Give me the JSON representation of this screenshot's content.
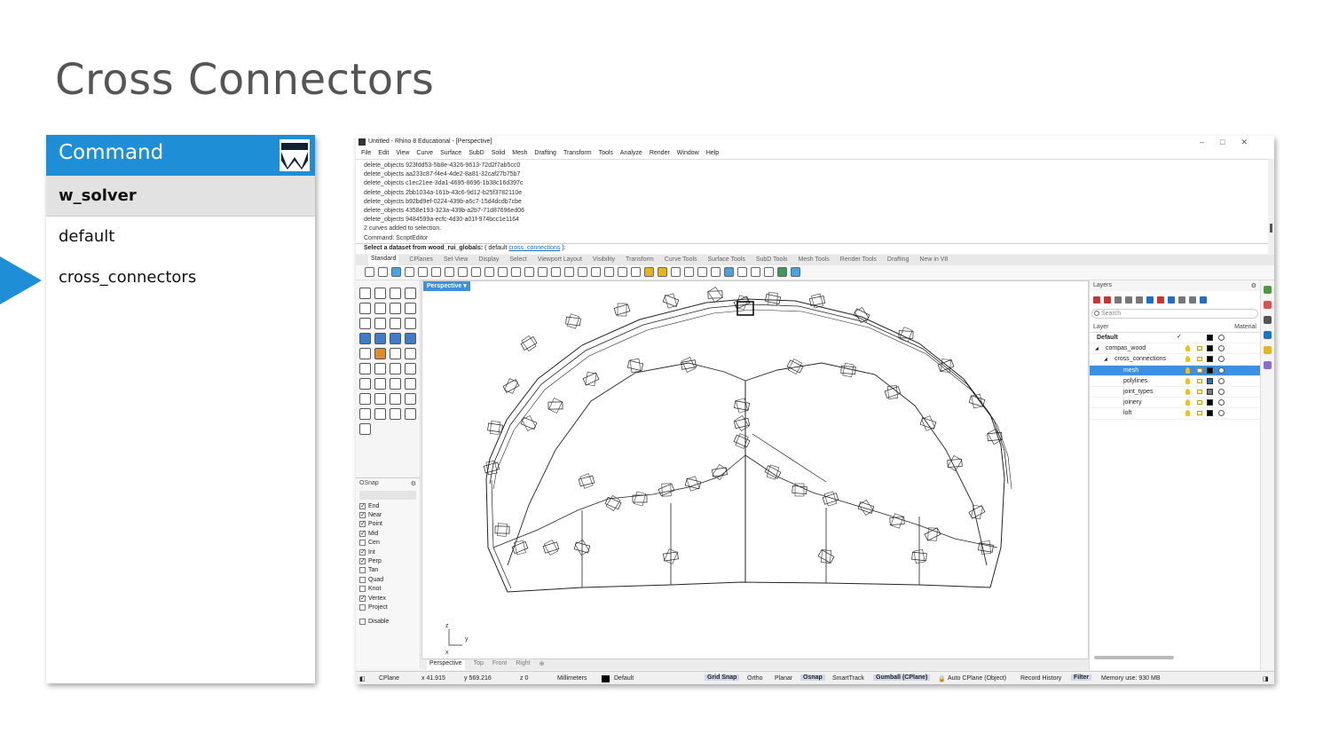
{
  "slide": {
    "title": "Cross Connectors"
  },
  "commands": {
    "header": "Command",
    "items": [
      "w_solver",
      "default",
      "cross_connectors"
    ],
    "selected_index": 0,
    "pointer_index": 2
  },
  "rhino": {
    "window_title": "Untitled - Rhino 8 Educational - [Perspective]",
    "menu": [
      "File",
      "Edit",
      "View",
      "Curve",
      "Surface",
      "SubD",
      "Solid",
      "Mesh",
      "Drafting",
      "Transform",
      "Tools",
      "Analyze",
      "Render",
      "Window",
      "Help"
    ],
    "history": [
      "delete_objects 923fdd53-5b8e-4326-9613-72d2f7ab5cc0",
      "delete_objects aa233c87-f4e4-4de2-8a81-32caf27b75b7",
      "delete_objects c1ec21ee-3da1-4695-8696-1b38c16d397c",
      "delete_objects 2bb1034a-161b-43c6-9d12-b25f3782110e",
      "delete_objects b92bd9ef-0224-439b-a6c7-15d4dcdb7cbe",
      "delete_objects 4358e193-323a-439b-a2b7-71d87696ed06",
      "delete_objects 9484599a-ecfc-4d30-a01f-974bcc1e1164",
      "2 curves added to selection.",
      "Command: ScriptEditor"
    ],
    "prompt": {
      "bold": "Select a dataset from wood_rui_globals:",
      "rest1": " ( default ",
      "option": "cross_connections",
      "rest2": " ):"
    },
    "tabs": [
      "Standard",
      "CPlanes",
      "Set View",
      "Display",
      "Select",
      "Viewport Layout",
      "Visibility",
      "Transform",
      "Curve Tools",
      "Surface Tools",
      "SubD Tools",
      "Mesh Tools",
      "Render Tools",
      "Drafting",
      "New in V8"
    ],
    "viewport_name": "Perspective",
    "viewport_tabs": [
      "Perspective",
      "Top",
      "Front",
      "Right"
    ],
    "osnap": {
      "title": "OSnap",
      "items": [
        {
          "label": "End",
          "on": true
        },
        {
          "label": "Near",
          "on": true
        },
        {
          "label": "Point",
          "on": true
        },
        {
          "label": "Mid",
          "on": true
        },
        {
          "label": "Cen",
          "on": false
        },
        {
          "label": "Int",
          "on": true
        },
        {
          "label": "Perp",
          "on": true
        },
        {
          "label": "Tan",
          "on": false
        },
        {
          "label": "Quad",
          "on": false
        },
        {
          "label": "Knot",
          "on": false
        },
        {
          "label": "Vertex",
          "on": true
        },
        {
          "label": "Project",
          "on": false
        }
      ],
      "disable": "Disable"
    },
    "layers": {
      "title": "Layers",
      "search": "Search",
      "col_layer": "Layer",
      "col_material": "Material",
      "rows": [
        {
          "name": "Default",
          "indent": 0,
          "bold": true,
          "current": true,
          "color": "#000000"
        },
        {
          "name": "compas_wood",
          "indent": 1,
          "color": "#000000"
        },
        {
          "name": "cross_connections",
          "indent": 2,
          "color": "#000000"
        },
        {
          "name": "mesh",
          "indent": 3,
          "color": "#000000",
          "selected": true
        },
        {
          "name": "polylines",
          "indent": 3,
          "color": "#1e6fc8"
        },
        {
          "name": "joint_types",
          "indent": 3,
          "color": "#777777"
        },
        {
          "name": "joinery",
          "indent": 3,
          "color": "#000000"
        },
        {
          "name": "loft",
          "indent": 3,
          "color": "#000000"
        }
      ]
    },
    "status": {
      "cplane": "CPlane",
      "x": "x 41.915",
      "y": "y 569.216",
      "z": "z 0",
      "units": "Millimeters",
      "layer": "Default",
      "grid_snap": "Grid Snap",
      "ortho": "Ortho",
      "planar": "Planar",
      "osnap": "Osnap",
      "smarttrack": "SmartTrack",
      "gumball": "Gumball (CPlane)",
      "auto_cplane": "Auto CPlane (Object)",
      "record": "Record History",
      "filter": "Filter",
      "memory": "Memory use: 930 MB"
    },
    "axis": {
      "z": "z",
      "y": "y",
      "x": "x"
    }
  }
}
